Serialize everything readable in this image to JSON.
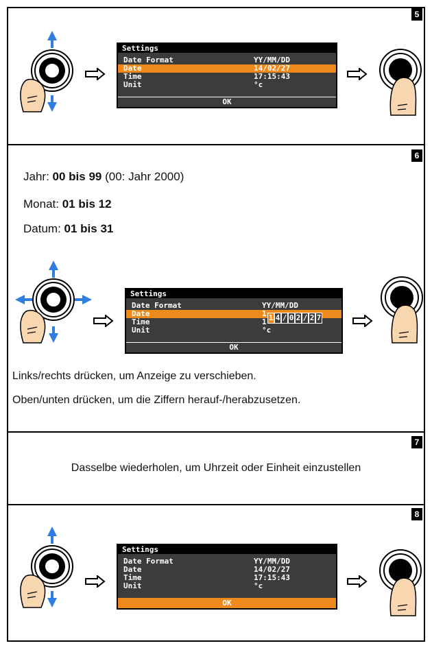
{
  "steps": [
    {
      "number": "5"
    },
    {
      "number": "6"
    },
    {
      "number": "7"
    },
    {
      "number": "8"
    }
  ],
  "step6": {
    "year_prefix": "Jahr: ",
    "year_range": "00 bis 99",
    "year_note": " (00: Jahr 2000)",
    "month_prefix": "Monat: ",
    "month_range": "01 bis 12",
    "day_prefix": "Datum: ",
    "day_range": "01 bis 31",
    "instruction1": "Links/rechts drücken, um Anzeige zu verschieben.",
    "instruction2": "Oben/unten drücken, um die Ziffern herauf-/herabzusetzen."
  },
  "step7": {
    "text": "Dasselbe wiederholen, um Uhrzeit oder Einheit einzustellen"
  },
  "lcd": {
    "title": "Settings",
    "rows": [
      {
        "label": "Date Format",
        "value": "YY/MM/DD"
      },
      {
        "label": "Date",
        "value": "14/02/27"
      },
      {
        "label": "Time",
        "value": "17:15:43"
      },
      {
        "label": "Unit",
        "value": "°c"
      }
    ],
    "ok": "OK",
    "edit_digits": [
      "1",
      "4",
      "/",
      "0",
      "2",
      "/",
      "2",
      "7"
    ],
    "edit_hidden_date": "1",
    "edit_hidden_time": "1"
  },
  "colors": {
    "highlight": "#ee8a1c",
    "arrow": "#2f7de1",
    "lcd_bg": "#3c3c3c"
  },
  "icons": [
    "joystick-icon",
    "thumb-icon",
    "right-arrow-icon",
    "press-thumb-icon"
  ]
}
